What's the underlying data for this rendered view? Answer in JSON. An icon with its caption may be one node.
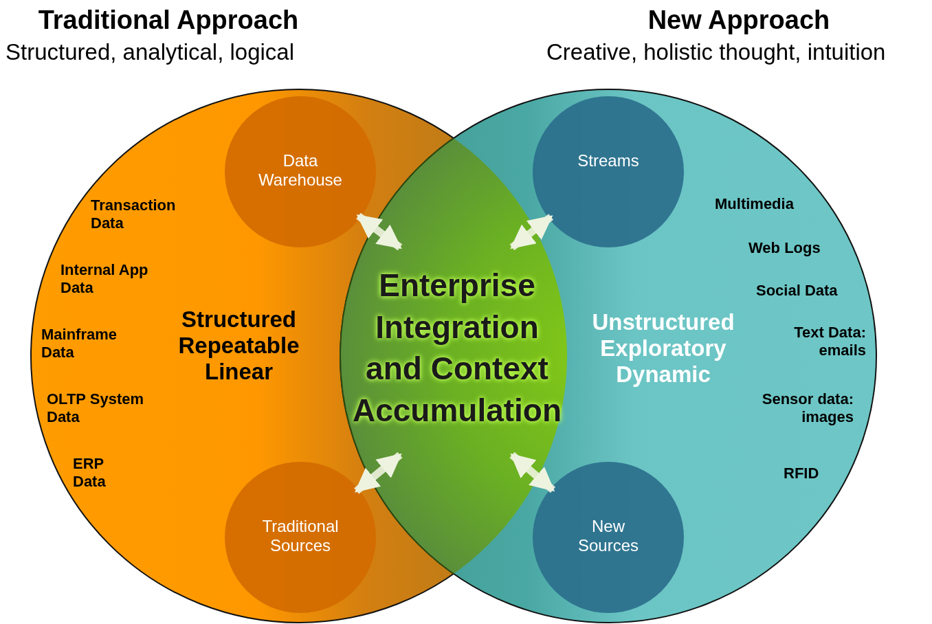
{
  "diagram": {
    "nodes": [
      {
        "text": [
          "Traditional Approach",
          "Structured, analytical, logical",
          "Transaction Data",
          "Internal App Data",
          "Mainframe Data",
          "OLTP System Data",
          "ERP Data",
          "Structured Repeatable Linear"
        ]
      },
      {
        "text": [
          "Data Warehouse"
        ],
        "in": 0
      },
      {
        "text": [
          "Traditional Sources"
        ],
        "in": 0
      },
      {
        "text": [
          "New Approach",
          "Creative, holistic thought, intuition",
          "Multimedia",
          "Web Logs",
          "Social Data",
          "Text Data: emails",
          "Sensor data: images",
          "RFID",
          "Unstructured Exploratory Dynamic"
        ]
      },
      {
        "text": [
          "Streams"
        ],
        "in": 3
      },
      {
        "text": [
          "New Sources"
        ],
        "in": 3
      },
      {
        "text": [
          "Enterprise Integration and Context Accumulation"
        ]
      }
    ],
    "edges": [
      {
        "from": 1,
        "to": 6,
        "arrow": "both"
      },
      {
        "from": 4,
        "to": 6,
        "arrow": "both"
      },
      {
        "from": 2,
        "to": 6,
        "arrow": "both"
      },
      {
        "from": 5,
        "to": 6,
        "arrow": "both"
      }
    ]
  }
}
